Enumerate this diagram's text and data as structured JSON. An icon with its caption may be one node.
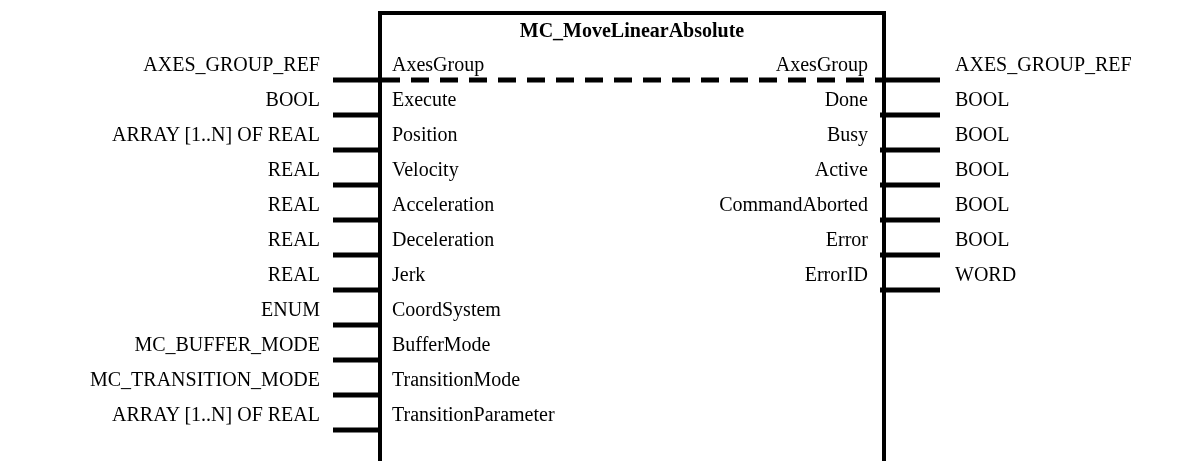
{
  "diagram": {
    "nodes": [
      {
        "text": [
          "MC_MoveLinearAbsolute"
        ]
      }
    ],
    "edges": [],
    "labels": [
      "AXES_GROUP_REF",
      "AxesGroup",
      "AxesGroup",
      "AXES_GROUP_REF",
      "BOOL",
      "Execute",
      "Done",
      "BOOL",
      "ARRAY [1..N] OF REAL",
      "Position",
      "Busy",
      "BOOL",
      "REAL",
      "Velocity",
      "Active",
      "BOOL",
      "REAL",
      "Acceleration",
      "CommandAborted",
      "BOOL",
      "REAL",
      "Deceleration",
      "Error",
      "BOOL",
      "REAL",
      "Jerk",
      "ErrorID",
      "WORD",
      "ENUM",
      "CoordSystem",
      "MC_BUFFER_MODE",
      "BufferMode",
      "MC_TRANSITION_MODE",
      "TransitionMode",
      "ARRAY [1..N] OF REAL",
      "TransitionParameter"
    ]
  }
}
